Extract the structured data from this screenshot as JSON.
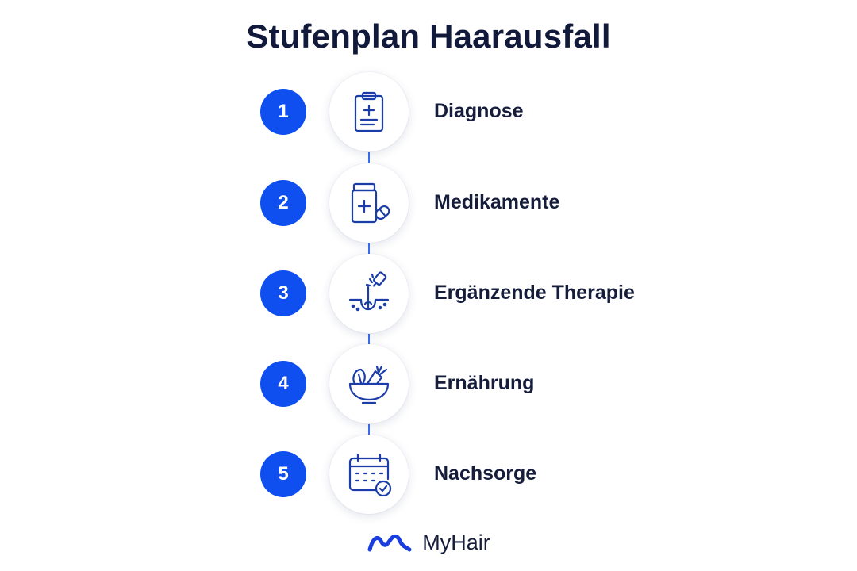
{
  "title": "Stufenplan Haarausfall",
  "steps": [
    {
      "number": "1",
      "label": "Diagnose",
      "icon": "clipboard-icon"
    },
    {
      "number": "2",
      "label": "Medikamente",
      "icon": "medicine-bottle-icon"
    },
    {
      "number": "3",
      "label": "Ergänzende Therapie",
      "icon": "scalp-treatment-icon"
    },
    {
      "number": "4",
      "label": "Ernährung",
      "icon": "salad-bowl-icon"
    },
    {
      "number": "5",
      "label": "Nachsorge",
      "icon": "calendar-check-icon"
    }
  ],
  "brand": {
    "name": "MyHair",
    "logo": "myhair-wave-logo"
  },
  "colors": {
    "accent": "#0f4ff0",
    "icon": "#1a3da8",
    "text": "#151d3b"
  }
}
